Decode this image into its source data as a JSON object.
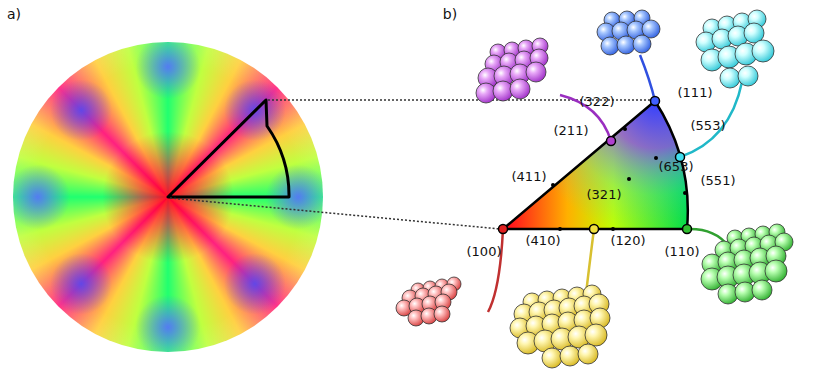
{
  "diagram": {
    "labels": [
      "a)",
      "b)",
      "(111)",
      "(322)",
      "(553)",
      "(211)",
      "(653)",
      "(411)",
      "(321)",
      "(551)",
      "(100)",
      "(410)",
      "(120)",
      "(110)"
    ]
  }
}
